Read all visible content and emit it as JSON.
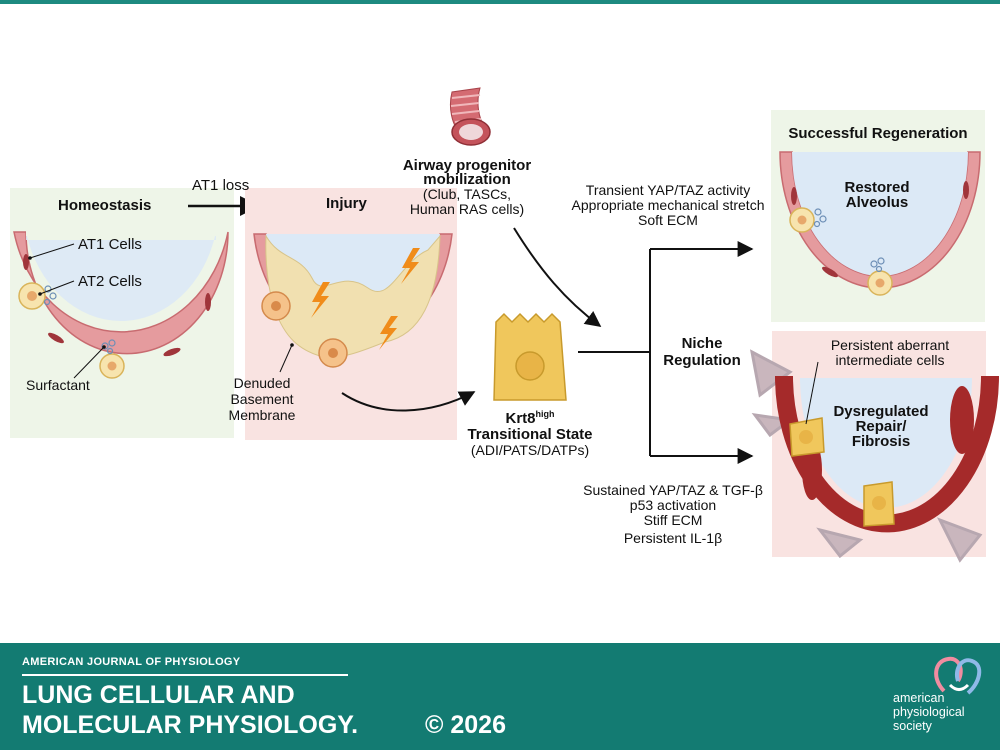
{
  "diagram": {
    "homeostasis": {
      "title": "Homeostasis",
      "at1": "AT1 Cells",
      "at2": "AT2 Cells",
      "surfactant": "Surfactant"
    },
    "at1_loss": "AT1 loss",
    "injury": {
      "title": "Injury",
      "denuded_line1": "Denuded",
      "denuded_line2": "Basement",
      "denuded_line3": "Membrane"
    },
    "airway": {
      "line1": "Airway progenitor",
      "line2": "mobilization",
      "line3": "(Club, TASCs,",
      "line4": "Human RAS cells)"
    },
    "transitional": {
      "name": "Krt8",
      "sup": "high",
      "line2": "Transitional State",
      "line3": "(ADI/PATS/DATPs)"
    },
    "niche": {
      "line1": "Niche",
      "line2": "Regulation"
    },
    "success_conditions": [
      "Transient YAP/TAZ activity",
      "Appropriate mechanical stretch",
      "Soft ECM"
    ],
    "success": {
      "title": "Successful Regeneration",
      "line1": "Restored",
      "line2": "Alveolus"
    },
    "fibrosis": {
      "aberrant_line1": "Persistent aberrant",
      "aberrant_line2": "intermediate cells",
      "line1": "Dysregulated",
      "line2": "Repair/",
      "line3": "Fibrosis"
    },
    "fibrosis_conditions": [
      "Sustained YAP/TAZ & TGF-β",
      "p53 activation",
      "Stiff ECM",
      "Persistent IL-1β"
    ]
  },
  "footer": {
    "journal_super": "AMERICAN JOURNAL OF PHYSIOLOGY",
    "journal_line1": "LUNG CELLULAR AND",
    "journal_line2": "MOLECULAR PHYSIOLOGY.",
    "copyright": "© 2026",
    "society_line1": "american",
    "society_line2": "physiological",
    "society_line3": "society"
  },
  "colors": {
    "teal": "#137b72",
    "homeostasis_bg": "#eef5e8",
    "injury_bg": "#f9e3e1",
    "success_bg": "#eef5e8",
    "fibrosis_bg": "#f9e3e1",
    "alveolar_space": "#dce9f6",
    "wall": "#e59b9e",
    "at2_cell": "#f7e4ae",
    "krt8_cell": "#f0c75c",
    "lightning": "#f08c1a",
    "fibrotic_wall": "#a52a2a"
  }
}
